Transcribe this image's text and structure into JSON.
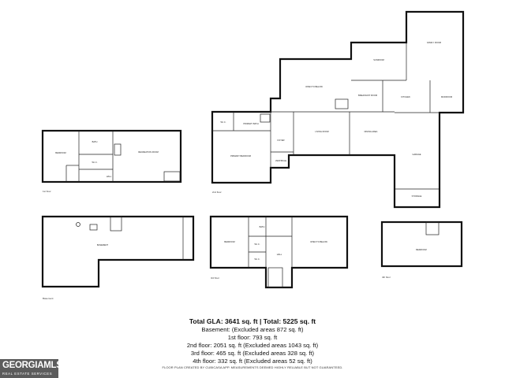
{
  "floors": {
    "first": "1st floor",
    "second": "2nd floor",
    "third": "3rd floor",
    "fourth": "4th floor",
    "basement": "Basement"
  },
  "rooms": {
    "f1_bedroom": "BEDROOM",
    "f1_bath": "BATH",
    "f1_wic": "W.I.C.",
    "f1_hall": "HALL",
    "f1_recreation": "RECREATION ROOM",
    "f2_wic": "W.I.C.",
    "f2_primary_bath": "PRIMARY BATH",
    "f2_primary_bedroom": "PRIMARY BEDROOM",
    "f2_foyer": "FOYER",
    "f2_vestibule": "VESTIBULE",
    "f2_open_below": "OPEN TO BELOW",
    "f2_sunroom": "SUNROOM",
    "f2_family_room": "FAMILY ROOM",
    "f2_breakfast": "BREAKFAST ROOM",
    "f2_kitchen": "KITCHEN",
    "f2_mudroom": "MUDROOM",
    "f2_living": "LIVING ROOM",
    "f2_dining": "DINING AREA",
    "f2_garage": "GARAGE",
    "f2_storage": "STORAGE",
    "b_basement": "BASEMENT",
    "f3_bedroom": "BEDROOM",
    "f3_bath": "BATH",
    "f3_wic1": "W.I.C.",
    "f3_wic2": "W.I.C.",
    "f3_hall": "HALL",
    "f3_open_below": "OPEN TO BELOW",
    "f4_bedroom": "BEDROOM"
  },
  "summary": {
    "title": "Total GLA: 3641 sq. ft | Total: 5225 sq. ft",
    "lines": [
      "Basement: (Excluded areas 872 sq. ft)",
      "1st floor: 793 sq. ft",
      "2nd floor: 2051 sq. ft (Excluded areas 1043 sq. ft)",
      "3rd floor: 465 sq. ft (Excluded areas 328 sq. ft)",
      "4th floor: 332 sq. ft (Excluded areas 52 sq. ft)"
    ],
    "footer": "FLOOR PLAN CREATED BY CUBICASA APP. MEASUREMENTS DEEMED HIGHLY RELIABLE BUT NOT GUARANTEED."
  },
  "logo": {
    "main": "GEORGIAMLS",
    "sub": "REAL ESTATE SERVICES"
  }
}
